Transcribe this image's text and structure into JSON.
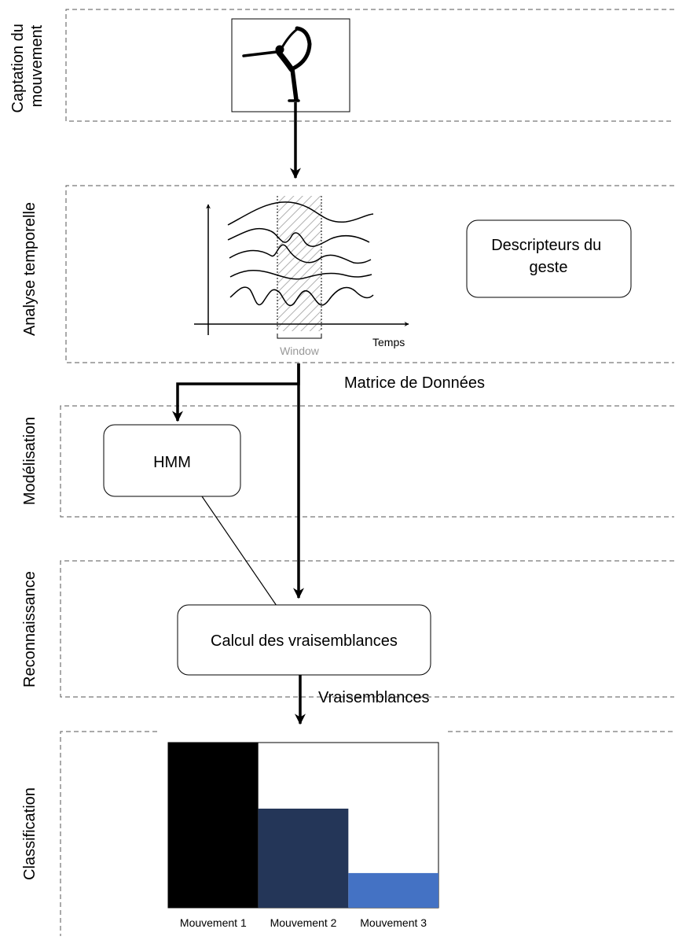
{
  "stages": [
    {
      "lines": [
        "Captation du",
        "mouvement"
      ]
    },
    {
      "lines": [
        "Analyse temporelle"
      ]
    },
    {
      "lines": [
        "Modélisation"
      ]
    },
    {
      "lines": [
        "Reconnaissance"
      ]
    },
    {
      "lines": [
        "Classification"
      ]
    }
  ],
  "boxes": {
    "descripteurs": [
      "Descripteurs du",
      "geste"
    ],
    "hmm": "HMM",
    "calcul": "Calcul des vraisemblances"
  },
  "signal_plot": {
    "time_label": "Temps",
    "window_label": "Window"
  },
  "edges": {
    "matrice": "Matrice de Données",
    "vraisemblances": "Vraisemblances"
  },
  "chart_data": {
    "type": "bar",
    "categories": [
      "Mouvement 1",
      "Mouvement 2",
      "Mouvement 3"
    ],
    "values": [
      1.0,
      0.6,
      0.21
    ],
    "ylim": [
      0,
      1
    ],
    "colors": [
      "#000000",
      "#243658",
      "#4472c4"
    ],
    "grid": false
  },
  "colors": {
    "dashed_border": "#555555",
    "window_hatch": "#b0b0b0",
    "window_text": "#999999"
  },
  "icons": {
    "captation": "dancer-silhouette-icon"
  }
}
